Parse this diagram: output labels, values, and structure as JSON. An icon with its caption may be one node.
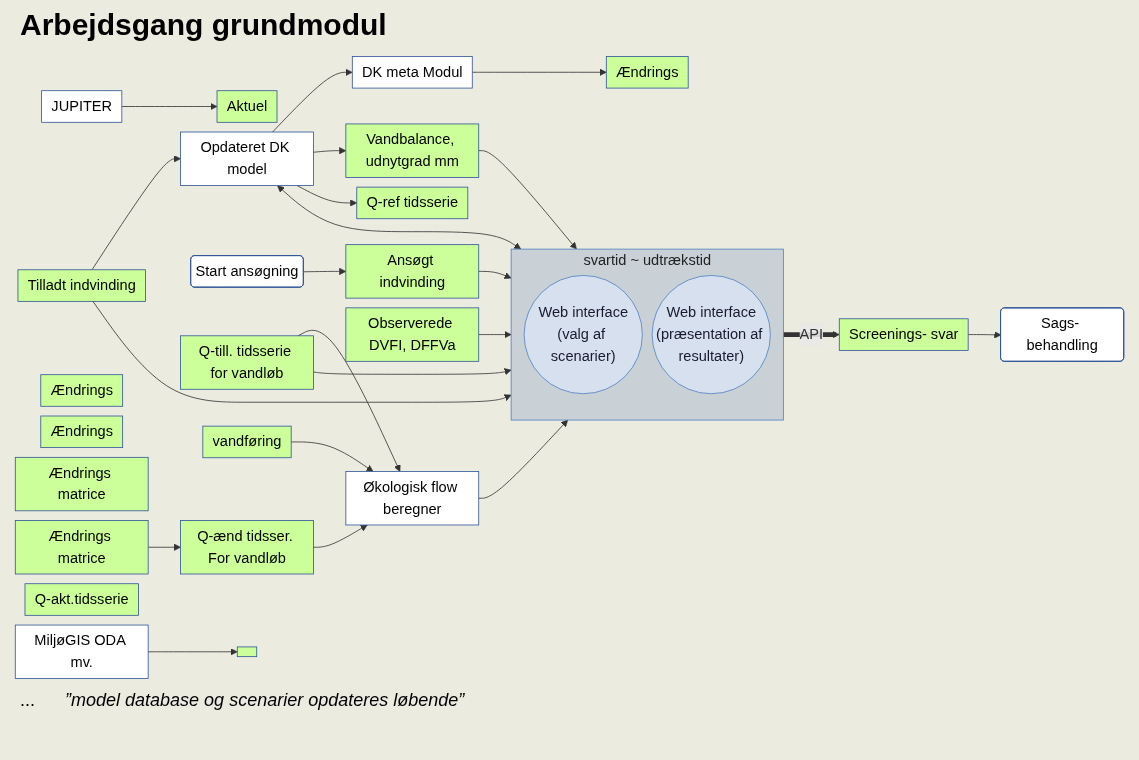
{
  "diagram": {
    "title": "Arbejdsgang grundmodul",
    "nodes": [
      {
        "text": [
          "JUPITER"
        ]
      },
      {
        "text": [
          "Aktuel"
        ]
      },
      {
        "text": [
          "Tilladt indvinding"
        ]
      },
      {
        "text": [
          "DK meta Modul"
        ]
      },
      {
        "text": [
          "Opdateret DK model"
        ]
      },
      {
        "text": [
          "Start ansøgning"
        ]
      },
      {
        "text": [
          "Ansøgt indvinding"
        ]
      },
      {
        "text": [
          "Sags- behandling"
        ]
      },
      {
        "text": [
          "Screenings- svar"
        ]
      },
      {
        "text": [
          "svartid ~ udtrækstid"
        ]
      },
      {
        "text": [
          "Web interface",
          "(valg af scenarier)"
        ],
        "in": 9
      },
      {
        "text": [
          "Web interface",
          "(præsentation af resultater)"
        ],
        "in": 9
      },
      {
        "text": [
          "Vandbalance, udnytgrad mm"
        ]
      },
      {
        "text": [
          "Ændrings"
        ]
      },
      {
        "text": [
          "Ændrings"
        ]
      },
      {
        "text": [
          "Ændrings"
        ]
      },
      {
        "text": [
          "Ændrings matrice"
        ]
      },
      {
        "text": [
          "Ændrings matrice"
        ]
      },
      {
        "text": [
          "Q-ref tidsserie"
        ]
      },
      {
        "text": [
          "Q-akt.tidsserie"
        ]
      },
      {
        "text": [
          "Q-till. tidsserie for vandløb"
        ]
      },
      {
        "text": [
          "Q-ænd tidsser. For vandløb"
        ]
      },
      {
        "text": [
          "Økologisk flow beregner"
        ]
      },
      {
        "text": [
          "Observerede DVFI, DFFVa"
        ]
      },
      {
        "text": [
          "vandføring"
        ]
      },
      {
        "text": [],
        "shape": "box"
      },
      {
        "text": [
          "MiljøGIS ODA mv."
        ]
      }
    ],
    "edges": [
      {
        "from": 0,
        "to": 1,
        "arrow": "to"
      },
      {
        "from": 2,
        "to": 9,
        "arrow": "to"
      },
      {
        "from": 2,
        "to": 4,
        "arrow": "to"
      },
      {
        "from": 4,
        "to": 9,
        "arrow": "both"
      },
      {
        "from": 4,
        "to": 3,
        "arrow": "to"
      },
      {
        "from": 4,
        "to": 12,
        "arrow": "to"
      },
      {
        "from": 12,
        "to": 9,
        "arrow": "to"
      },
      {
        "from": 3,
        "to": 13,
        "arrow": "to"
      },
      {
        "from": 4,
        "to": 18,
        "arrow": "to"
      },
      {
        "from": 5,
        "to": 6,
        "arrow": "to"
      },
      {
        "from": 6,
        "to": 9,
        "arrow": "to"
      },
      {
        "from": 9,
        "to": 8,
        "arrow": "to",
        "label": "API",
        "style": "thick"
      },
      {
        "from": 8,
        "to": 7,
        "arrow": "to"
      },
      {
        "from": 20,
        "to": 9,
        "arrow": "to"
      },
      {
        "from": 20,
        "to": 22,
        "arrow": "to"
      },
      {
        "from": 17,
        "to": 21,
        "arrow": "to"
      },
      {
        "from": 21,
        "to": 22,
        "arrow": "to"
      },
      {
        "from": 22,
        "to": 9,
        "arrow": "to"
      },
      {
        "from": 23,
        "to": 9,
        "arrow": "to"
      },
      {
        "from": 24,
        "to": 22,
        "arrow": "to"
      },
      {
        "from": 26,
        "to": 25,
        "arrow": "to"
      }
    ],
    "labels": [
      "...",
      "”model database og scenarier opdateres løbende”"
    ]
  }
}
